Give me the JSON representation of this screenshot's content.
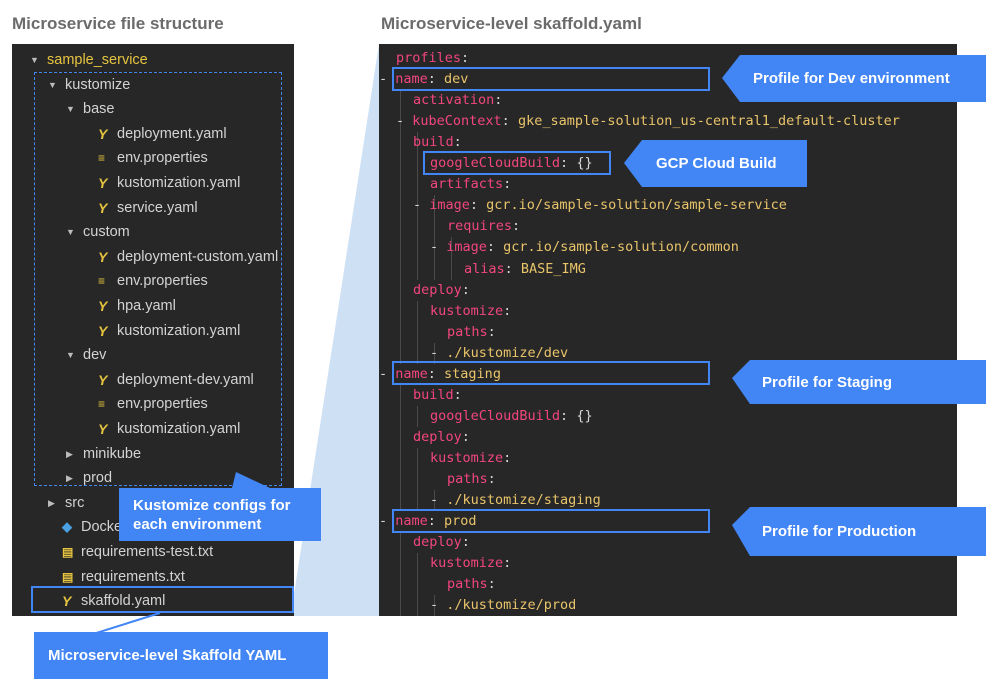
{
  "headings": {
    "left": "Microservice file structure",
    "right": "Microservice-level  skaffold.yaml"
  },
  "tree": [
    {
      "name": "sample_service",
      "icon": "chevron-down",
      "depth": 0,
      "root": true
    },
    {
      "name": "kustomize",
      "icon": "chevron-down",
      "depth": 1
    },
    {
      "name": "base",
      "icon": "chevron-down",
      "depth": 2
    },
    {
      "name": "deployment.yaml",
      "icon": "yaml-file",
      "depth": 3
    },
    {
      "name": "env.properties",
      "icon": "properties-file",
      "depth": 3
    },
    {
      "name": "kustomization.yaml",
      "icon": "yaml-file",
      "depth": 3
    },
    {
      "name": "service.yaml",
      "icon": "yaml-file",
      "depth": 3
    },
    {
      "name": "custom",
      "icon": "chevron-down",
      "depth": 2
    },
    {
      "name": "deployment-custom.yaml",
      "icon": "yaml-file",
      "depth": 3
    },
    {
      "name": "env.properties",
      "icon": "properties-file",
      "depth": 3
    },
    {
      "name": "hpa.yaml",
      "icon": "yaml-file",
      "depth": 3
    },
    {
      "name": "kustomization.yaml",
      "icon": "yaml-file",
      "depth": 3
    },
    {
      "name": "dev",
      "icon": "chevron-down",
      "depth": 2
    },
    {
      "name": "deployment-dev.yaml",
      "icon": "yaml-file",
      "depth": 3
    },
    {
      "name": "env.properties",
      "icon": "properties-file",
      "depth": 3
    },
    {
      "name": "kustomization.yaml",
      "icon": "yaml-file",
      "depth": 3
    },
    {
      "name": "minikube",
      "icon": "chevron-right",
      "depth": 2
    },
    {
      "name": "prod",
      "icon": "chevron-right",
      "depth": 2
    },
    {
      "name": "src",
      "icon": "chevron-right",
      "depth": 1
    },
    {
      "name": "Dockerfile",
      "icon": "docker-file",
      "depth": 1
    },
    {
      "name": "requirements-test.txt",
      "icon": "text-file",
      "depth": 1
    },
    {
      "name": "requirements.txt",
      "icon": "text-file",
      "depth": 1
    },
    {
      "name": "skaffold.yaml",
      "icon": "yaml-file",
      "depth": 1
    }
  ],
  "yaml": [
    {
      "indent": 0,
      "key": "profiles",
      "dash": false
    },
    {
      "indent": 0,
      "key": "name",
      "dash": true,
      "value": "dev"
    },
    {
      "indent": 1,
      "key": "activation",
      "dash": false
    },
    {
      "indent": 1,
      "key": "kubeContext",
      "dash": true,
      "value": "gke_sample-solution_us-central1_default-cluster"
    },
    {
      "indent": 1,
      "key": "build",
      "dash": false
    },
    {
      "indent": 2,
      "key": "googleCloudBuild",
      "dash": false,
      "value": "{}",
      "plain": true
    },
    {
      "indent": 2,
      "key": "artifacts",
      "dash": false
    },
    {
      "indent": 2,
      "key": "image",
      "dash": true,
      "value": "gcr.io/sample-solution/sample-service"
    },
    {
      "indent": 3,
      "key": "requires",
      "dash": false
    },
    {
      "indent": 3,
      "key": "image",
      "dash": true,
      "value": "gcr.io/sample-solution/common"
    },
    {
      "indent": 4,
      "key": "alias",
      "dash": false,
      "value": "BASE_IMG"
    },
    {
      "indent": 1,
      "key": "deploy",
      "dash": false
    },
    {
      "indent": 2,
      "key": "kustomize",
      "dash": false
    },
    {
      "indent": 3,
      "key": "paths",
      "dash": false
    },
    {
      "indent": 3,
      "dash": true,
      "value": "./kustomize/dev"
    },
    {
      "indent": 0,
      "key": "name",
      "dash": true,
      "value": "staging"
    },
    {
      "indent": 1,
      "key": "build",
      "dash": false
    },
    {
      "indent": 2,
      "key": "googleCloudBuild",
      "dash": false,
      "value": "{}",
      "plain": true
    },
    {
      "indent": 1,
      "key": "deploy",
      "dash": false
    },
    {
      "indent": 2,
      "key": "kustomize",
      "dash": false
    },
    {
      "indent": 3,
      "key": "paths",
      "dash": false
    },
    {
      "indent": 3,
      "dash": true,
      "value": "./kustomize/staging"
    },
    {
      "indent": 0,
      "key": "name",
      "dash": true,
      "value": "prod"
    },
    {
      "indent": 1,
      "key": "deploy",
      "dash": false
    },
    {
      "indent": 2,
      "key": "kustomize",
      "dash": false
    },
    {
      "indent": 3,
      "key": "paths",
      "dash": false
    },
    {
      "indent": 3,
      "dash": true,
      "value": "./kustomize/prod"
    }
  ],
  "callouts": {
    "dev": "Profile for Dev environment",
    "gcb": "GCP Cloud Build",
    "staging": "Profile for Staging",
    "prod": "Profile for Production",
    "kustomize_line1": "Kustomize configs for",
    "kustomize_line2": "each environment",
    "skaffold": "Microservice-level Skaffold YAML"
  },
  "colors": {
    "panel": "#272727",
    "accent": "#4285f4",
    "key": "#f2467d",
    "value": "#e9c46a",
    "heading": "#6b6b6b"
  }
}
